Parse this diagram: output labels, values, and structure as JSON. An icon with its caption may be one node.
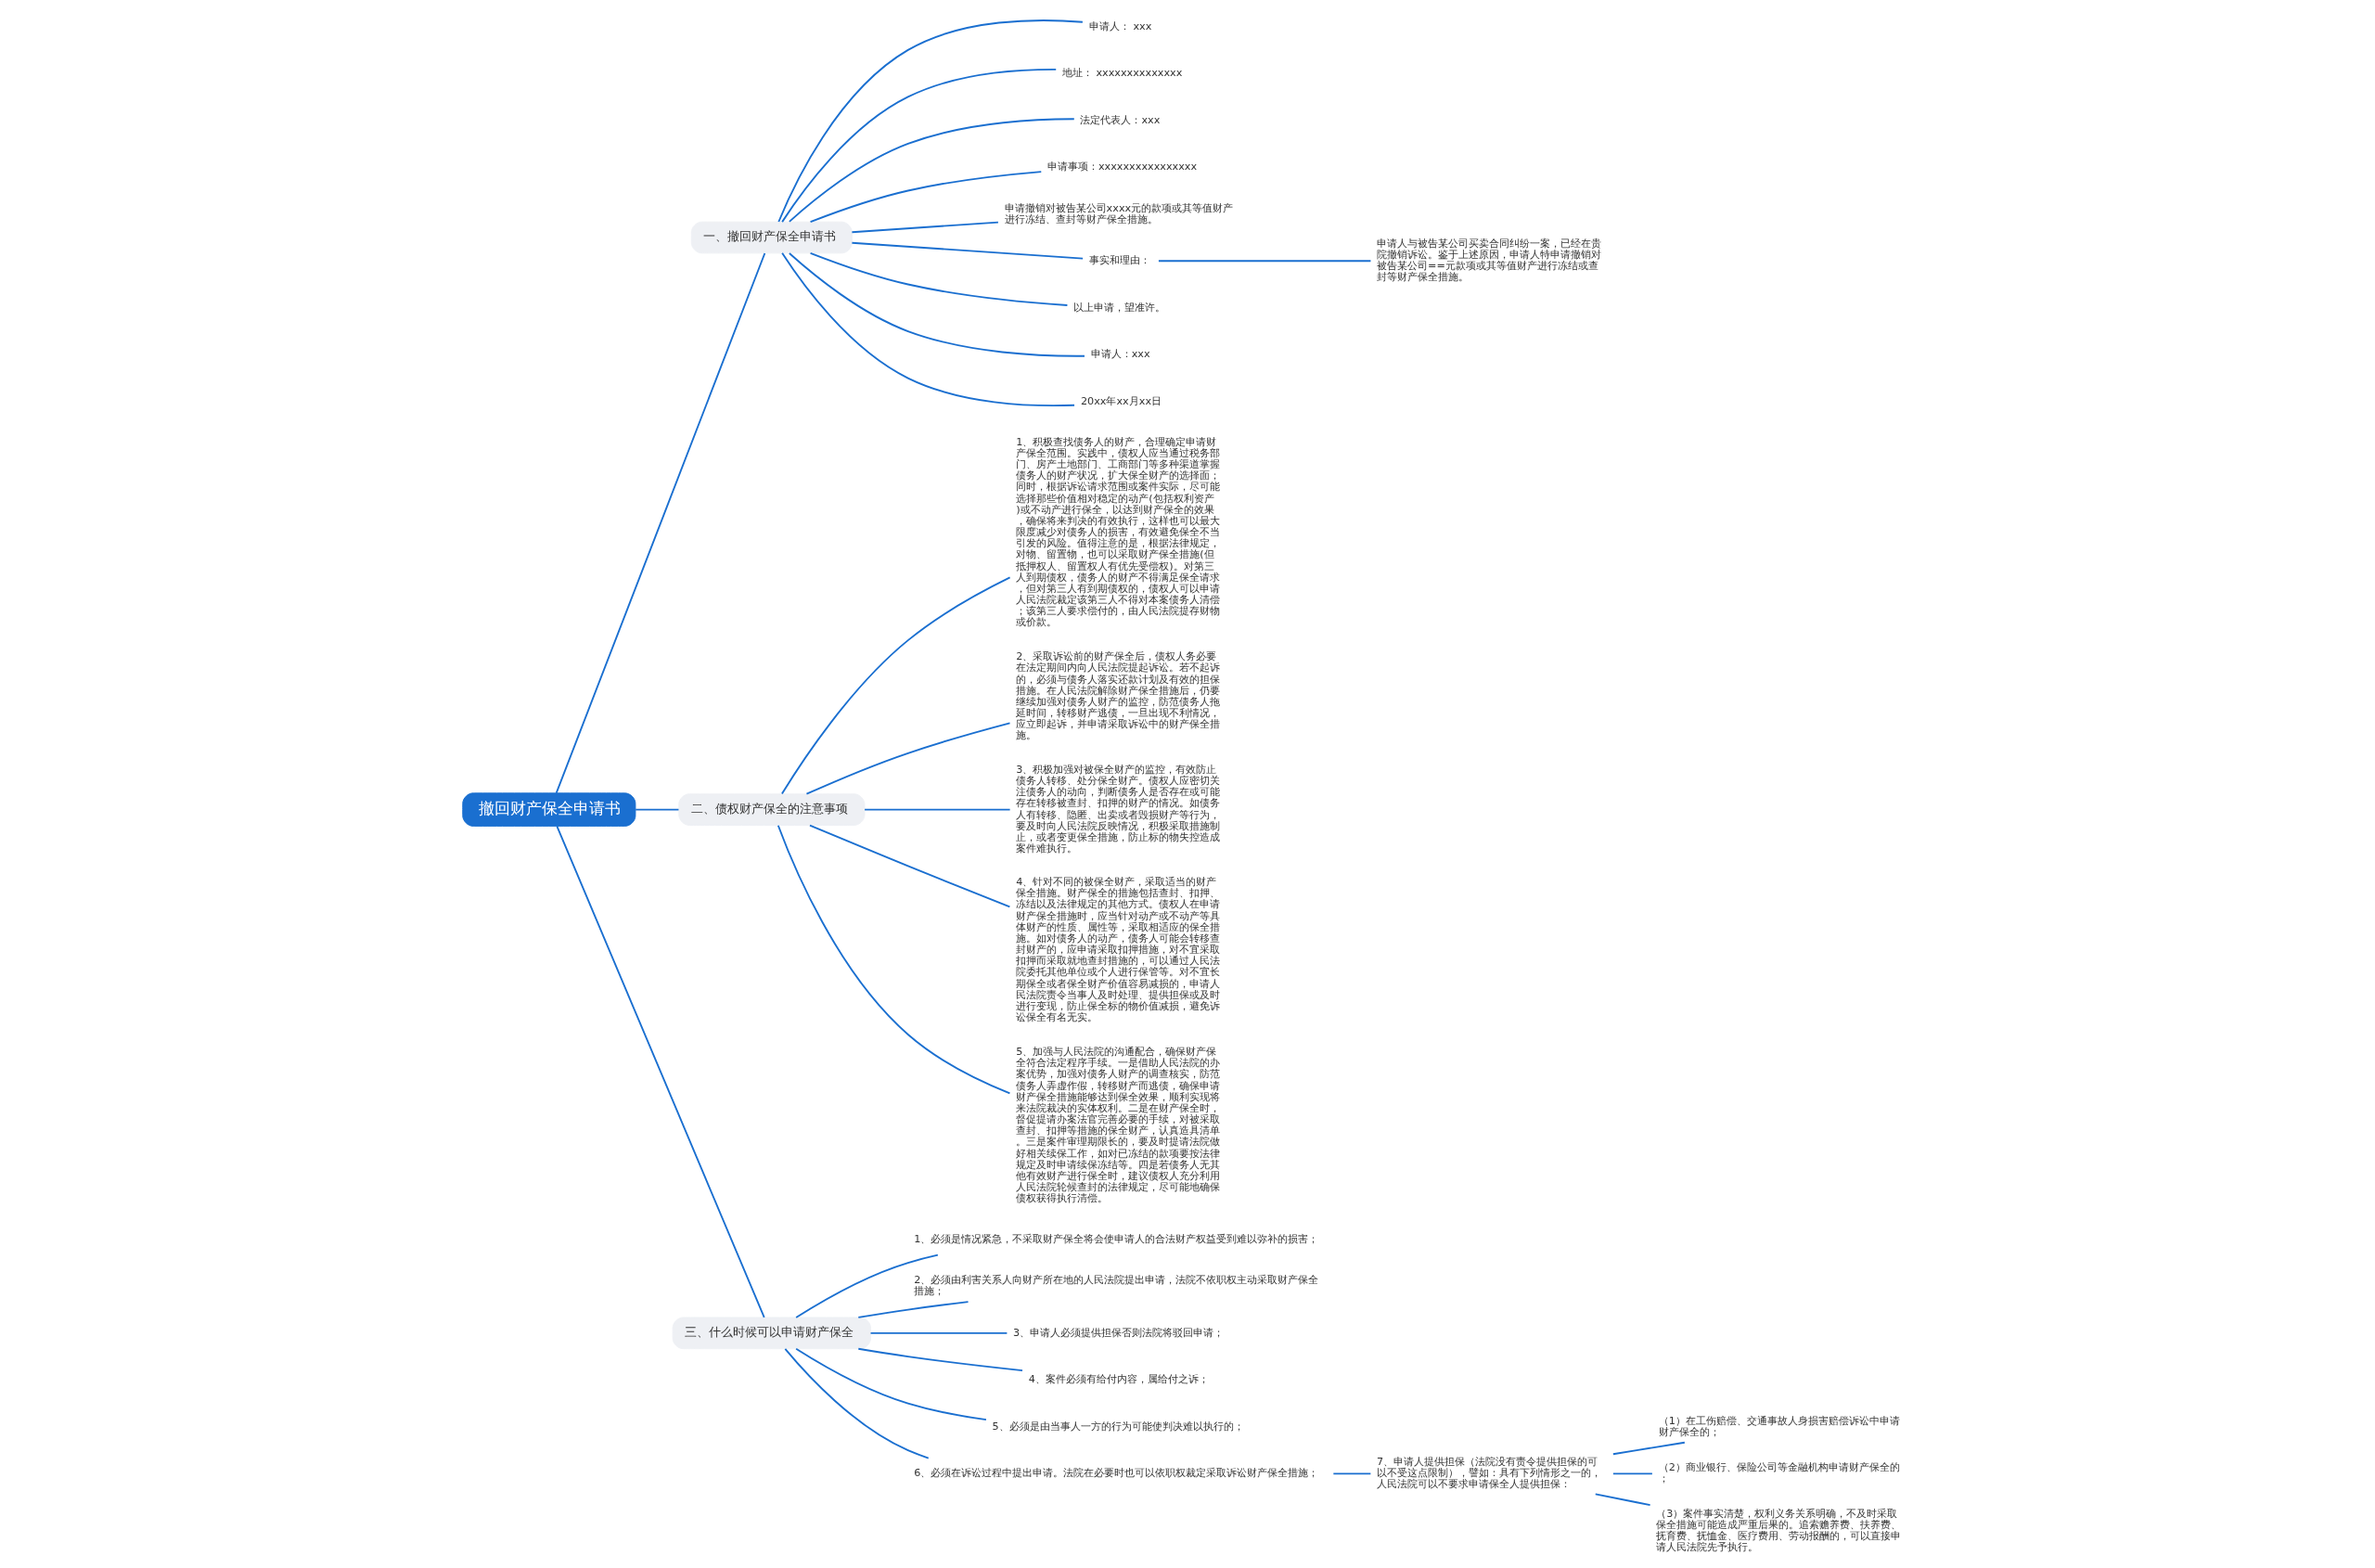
{
  "diagram": {
    "nodes": [
      {
        "text": [
          "撤回财产保全申请书"
        ]
      },
      {
        "text": [
          "一、撤回财产保全申请书"
        ]
      },
      {
        "text": [
          "申请人： xxx"
        ]
      },
      {
        "text": [
          "地址： xxxxxxxxxxxxxx"
        ]
      },
      {
        "text": [
          "法定代表人：xxx"
        ]
      },
      {
        "text": [
          "申请事项：xxxxxxxxxxxxxxxx"
        ]
      },
      {
        "text": [
          "申请撤销对被告某公司xxxx元的款项或其等值财产进行冻结、查封等财产保全措施。"
        ]
      },
      {
        "text": [
          "事实和理由："
        ]
      },
      {
        "text": [
          "申请人与被告某公司买卖合同纠纷一案，已经在贵院撤销诉讼。鉴于上述原因，申请人特申请撤销对被告某公司==元款项或其等值财产进行冻结或查封等财产保全措施。"
        ]
      },
      {
        "text": [
          "以上申请，望准许。"
        ]
      },
      {
        "text": [
          "申请人：xxx"
        ]
      },
      {
        "text": [
          "20xx年xx月xx日"
        ]
      },
      {
        "text": [
          "二、债权财产保全的注意事项"
        ]
      },
      {
        "text": [
          "1、积极查找债务人的财产，合理确定申请财产保全范围。实践中，债权人应当通过税务部门、房产土地部门、工商部门等多种渠道掌握债务人的财产状况，扩大保全财产的选择面；同时，根据诉讼请求范围或案件实际，尽可能选择那些价值相对稳定的动产(包括权利资产)或不动产进行保全，以达到财产保全的效果，确保将来判决的有效执行，这样也可以最大限度减少对债务人的损害，有效避免保全不当引发的风险。值得注意的是，根据法律规定，对物、留置物，也可以采取财产保全措施(但抵押权人、留置权人有优先受偿权)。对第三人到期债权，债务人的财产不得满足保全请求，但对第三人有到期债权的，债权人可以申请人民法院裁定该第三人不得对本案债务人清偿；该第三人要求偿付的，由人民法院提存财物或价款。"
        ]
      },
      {
        "text": [
          "2、采取诉讼前的财产保全后，债权人务必要在法定期间内向人民法院提起诉讼。若不起诉的，必须与债务人落实还款计划及有效的担保措施。在人民法院解除财产保全措施后，仍要继续加强对债务人财产的监控，防范债务人拖延时间，转移财产逃债，一旦出现不利情况，应立即起诉，并申请采取诉讼中的财产保全措施。"
        ]
      },
      {
        "text": [
          "3、积极加强对被保全财产的监控，有效防止债务人转移、处分保全财产。债权人应密切关注债务人的动向，判断债务人是否存在或可能存在转移被查封、扣押的财产的情况。如债务人有转移、隐匿、出卖或者毁损财产等行为，要及时向人民法院反映情况，积极采取措施制止，或者变更保全措施，防止标的物失控造成案件难执行。"
        ]
      },
      {
        "text": [
          "4、针对不同的被保全财产，采取适当的财产保全措施。财产保全的措施包括查封、扣押、冻结以及法律规定的其他方式。债权人在申请财产保全措施时，应当针对动产或不动产等具体财产的性质、属性等，采取相适应的保全措施。如对债务人的动产，债务人可能会转移查封财产的，应申请采取扣押措施，对不宜采取扣押而采取就地查封措施的，可以通过人民法院委托其他单位或个人进行保管等。对不宜长期保全或者保全财产价值容易减损的，申请人民法院责令当事人及时处理、提供担保或及时进行变现，防止保全标的物价值减损，避免诉讼保全有名无实。"
        ]
      },
      {
        "text": [
          "5、加强与人民法院的沟通配合，确保财产保全符合法定程序手续。一是借助人民法院的办案优势，加强对债务人财产的调查核实，防范债务人弄虚作假，转移财产而逃债，确保申请财产保全措施能够达到保全效果，顺利实现将来法院裁决的实体权利。二是在财产保全时，督促提请办案法官完善必要的手续，对被采取查封、扣押等措施的保全财产，认真造具清单。三是案件审理期限长的，要及时提请法院做好相关续保工作，如对已冻结的款项要按法律规定及时申请续保冻结等。四是若债务人无其他有效财产进行保全时，建议债权人充分利用人民法院轮候查封的法律规定，尽可能地确保债权获得执行清偿。"
        ]
      },
      {
        "text": [
          "三、什么时候可以申请财产保全"
        ]
      },
      {
        "text": [
          "1、必须是情况紧急，不采取财产保全将会使申请人的合法财产权益受到难以弥补的损害；"
        ]
      },
      {
        "text": [
          "2、必须由利害关系人向财产所在地的人民法院提出申请，法院不依职权主动采取财产保全措施；"
        ]
      },
      {
        "text": [
          "3、申请人必须提供担保否则法院将驳回申请；"
        ]
      },
      {
        "text": [
          "4、案件必须有给付内容，属给付之诉；"
        ]
      },
      {
        "text": [
          "5、必须是由当事人一方的行为可能使判决难以执行的；"
        ]
      },
      {
        "text": [
          "6、必须在诉讼过程中提出申请。法院在必要时也可以依职权裁定采取诉讼财产保全措施；"
        ]
      },
      {
        "text": [
          "7、申请人提供担保（法院没有责令提供担保的可以不受这点限制），譬如：具有下列情形之一的，人民法院可以不要求申请保全人提供担保："
        ]
      },
      {
        "text": [
          "（1）在工伤赔偿、交通事故人身损害赔偿诉讼中申请财产保全的；"
        ]
      },
      {
        "text": [
          "（2）商业银行、保险公司等金融机构申请财产保全的；"
        ]
      },
      {
        "text": [
          "（3）案件事实清楚，权利义务关系明确，不及时采取保全措施可能造成严重后果的。追索赡养费、扶养费、抚育费、抚恤金、医疗费用、劳动报酬的，可以直接申请人民法院先予执行。"
        ]
      }
    ],
    "edges": [
      {
        "from": 0,
        "to": 1,
        "arrow": "none"
      },
      {
        "from": 1,
        "to": 2,
        "arrow": "none"
      },
      {
        "from": 1,
        "to": 3,
        "arrow": "none"
      },
      {
        "from": 1,
        "to": 4,
        "arrow": "none"
      },
      {
        "from": 1,
        "to": 5,
        "arrow": "none"
      },
      {
        "from": 1,
        "to": 6,
        "arrow": "none"
      },
      {
        "from": 1,
        "to": 7,
        "arrow": "none"
      },
      {
        "from": 7,
        "to": 8,
        "arrow": "none"
      },
      {
        "from": 1,
        "to": 9,
        "arrow": "none"
      },
      {
        "from": 1,
        "to": 10,
        "arrow": "none"
      },
      {
        "from": 1,
        "to": 11,
        "arrow": "none"
      },
      {
        "from": 0,
        "to": 12,
        "arrow": "none"
      },
      {
        "from": 12,
        "to": 13,
        "arrow": "none"
      },
      {
        "from": 12,
        "to": 14,
        "arrow": "none"
      },
      {
        "from": 12,
        "to": 15,
        "arrow": "none"
      },
      {
        "from": 12,
        "to": 16,
        "arrow": "none"
      },
      {
        "from": 12,
        "to": 17,
        "arrow": "none"
      },
      {
        "from": 0,
        "to": 18,
        "arrow": "none"
      },
      {
        "from": 18,
        "to": 19,
        "arrow": "none"
      },
      {
        "from": 18,
        "to": 20,
        "arrow": "none"
      },
      {
        "from": 18,
        "to": 21,
        "arrow": "none"
      },
      {
        "from": 18,
        "to": 22,
        "arrow": "none"
      },
      {
        "from": 18,
        "to": 23,
        "arrow": "none"
      },
      {
        "from": 18,
        "to": 24,
        "arrow": "none"
      },
      {
        "from": 24,
        "to": 25,
        "arrow": "none"
      },
      {
        "from": 25,
        "to": 26,
        "arrow": "none"
      },
      {
        "from": 25,
        "to": 27,
        "arrow": "none"
      },
      {
        "from": 25,
        "to": 28,
        "arrow": "none"
      }
    ]
  }
}
